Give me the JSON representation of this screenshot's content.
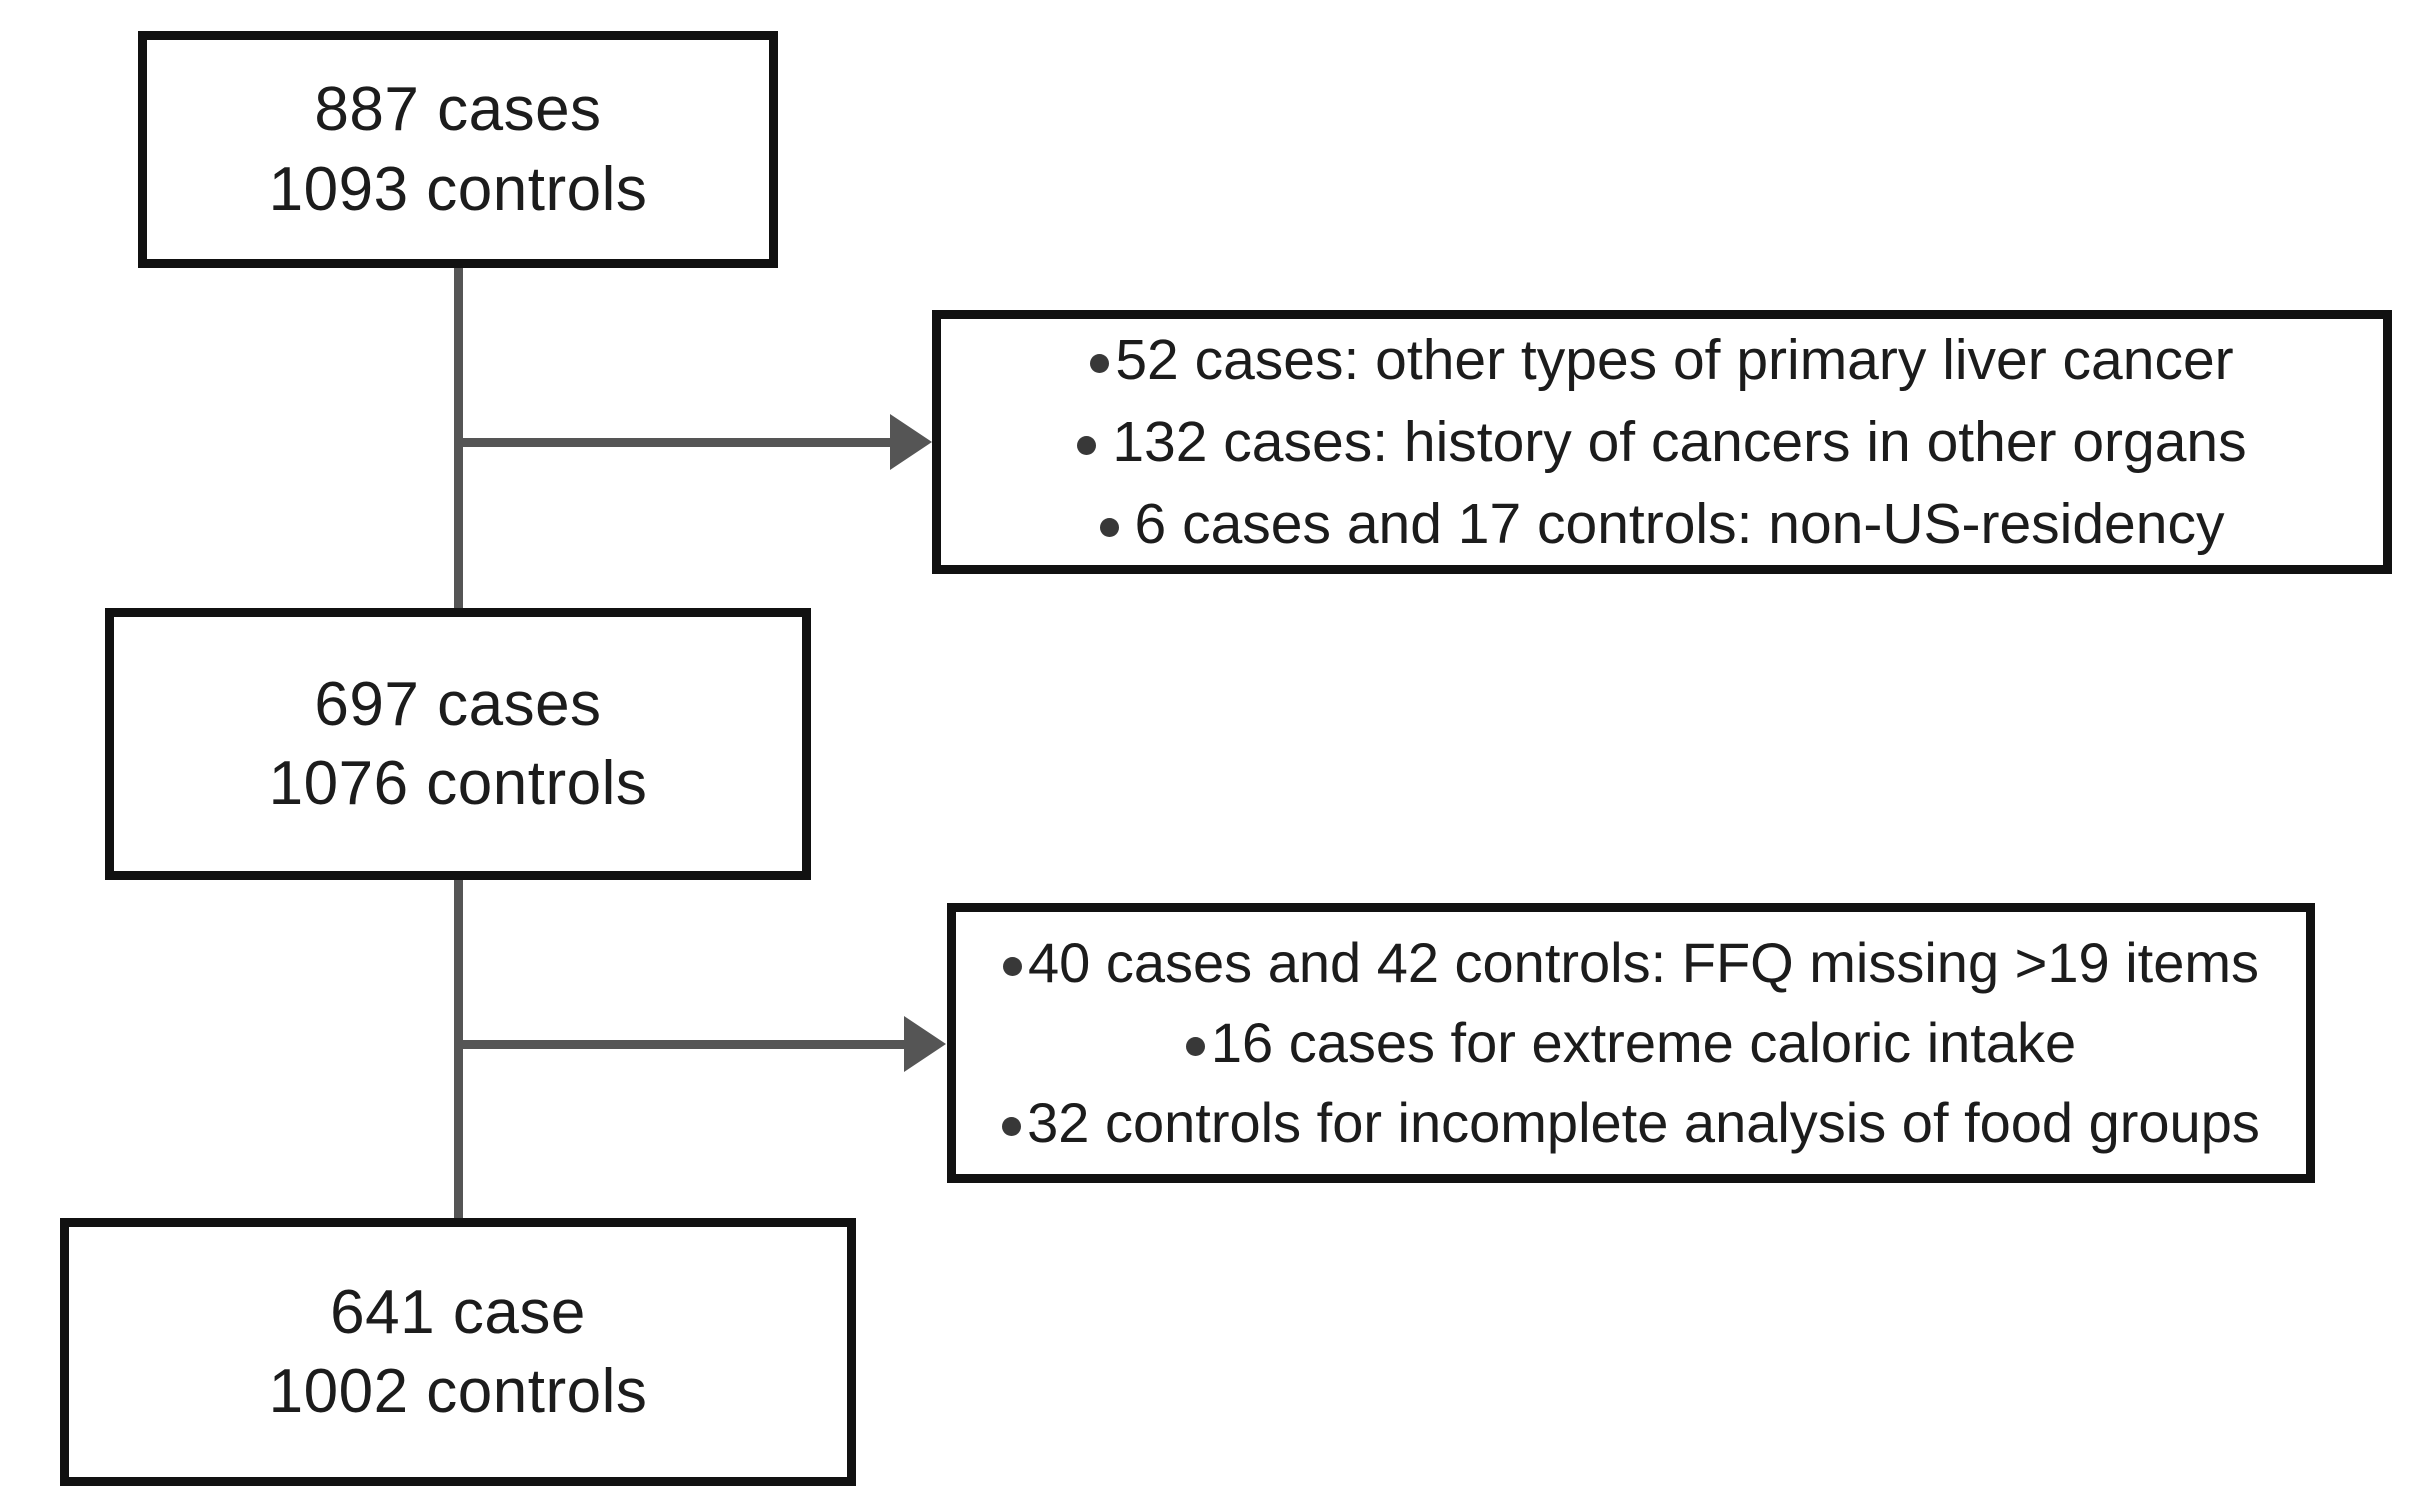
{
  "diagram": {
    "type": "participant-flow-diagram",
    "colors": {
      "box_border": "#111111",
      "connector": "#555555",
      "bullet": "#383838",
      "text": "#1c1c1c",
      "background": "#ffffff"
    },
    "cohort_boxes": [
      {
        "id": "initial",
        "cases_line": "887 cases",
        "controls_line": "1093 controls"
      },
      {
        "id": "middle",
        "cases_line": "697 cases",
        "controls_line": "1076 controls"
      },
      {
        "id": "final",
        "cases_line": "641 case",
        "controls_line": "1002 controls"
      }
    ],
    "exclusion_boxes": [
      {
        "id": "exclusion-one",
        "items": [
          "52 cases: other types of primary liver cancer",
          "132 cases: history of cancers in other organs",
          "6 cases and 17 controls:  non-US-residency"
        ]
      },
      {
        "id": "exclusion-two",
        "items": [
          "40 cases and 42 controls: FFQ missing >19 items",
          "16 cases for extreme caloric intake",
          "32 controls for incomplete analysis of food groups"
        ]
      }
    ],
    "connectors": [
      {
        "id": "initial-to-middle",
        "kind": "vertical-line"
      },
      {
        "id": "branch-one",
        "kind": "horizontal-arrow"
      },
      {
        "id": "middle-to-final",
        "kind": "vertical-line"
      },
      {
        "id": "branch-two",
        "kind": "horizontal-arrow"
      }
    ]
  }
}
